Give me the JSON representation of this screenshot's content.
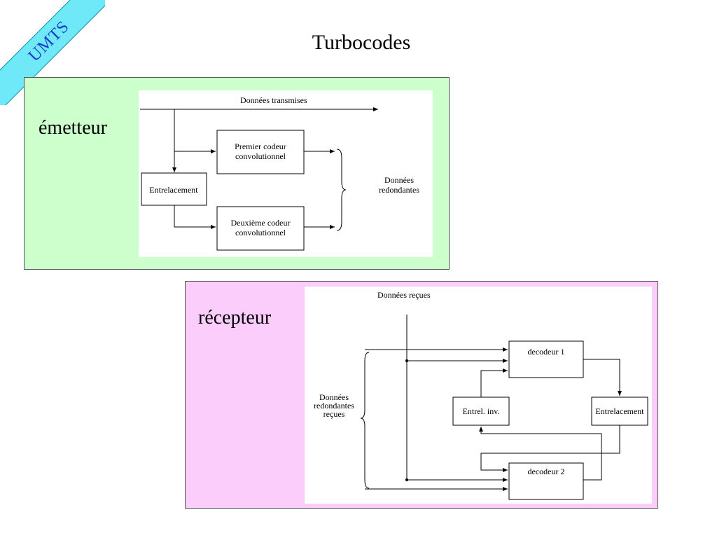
{
  "corner_badge": "UMTS",
  "title": "Turbocodes",
  "emitter": {
    "label": "émetteur",
    "data_transmitted": "Données transmises",
    "first_coder": [
      "Premier codeur",
      "convolutionnel"
    ],
    "second_coder": [
      "Deuxième codeur",
      "convolutionnel"
    ],
    "interleaver": "Entrelacement",
    "redundant": [
      "Données",
      "redondantes"
    ]
  },
  "receiver": {
    "label": "récepteur",
    "data_received": "Données reçues",
    "redundant_received": [
      "Données",
      "redondantes",
      "reçues"
    ],
    "decoder1": "decodeur 1",
    "decoder2": "decodeur 2",
    "deinterleaver": "Entrel. inv.",
    "interleaver": "Entrelacement"
  },
  "colors": {
    "emitter_bg": "#ccffcc",
    "receiver_bg": "#fbcdfb",
    "badge_bg": "#6fe8f8",
    "badge_text": "#1b3cc9"
  }
}
